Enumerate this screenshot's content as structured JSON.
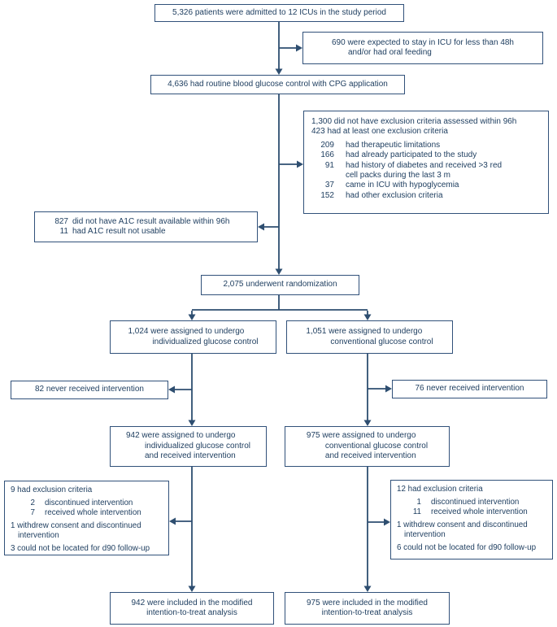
{
  "colors": {
    "ink_text": "#1c3c5e",
    "line": "#2e4e70",
    "border": "#31517a",
    "background": "#ffffff"
  },
  "flowchart": {
    "admitted": {
      "text": "5,326 patients were admitted to 12 ICUs in the study period"
    },
    "icu_stay_exclusion": {
      "lines": [
        "690 were expected to stay in ICU for less than 48h",
        "and/or had oral feeding"
      ]
    },
    "routine_control": {
      "text": "4,636 had routine blood glucose control with CPG application"
    },
    "exclusion_criteria": {
      "lines": [
        "1,300 did not have exclusion criteria assessed within 96h",
        "423 had at least one exclusion criteria"
      ],
      "items": [
        {
          "num": "209",
          "lines": [
            "had therapeutic limitations"
          ]
        },
        {
          "num": "166",
          "lines": [
            "had already participated to the study"
          ]
        },
        {
          "num": "91",
          "lines": [
            "had history of diabetes and received >3 red",
            "cell packs during the last 3 m"
          ]
        },
        {
          "num": "37",
          "lines": [
            "came in ICU with hypoglycemia"
          ]
        },
        {
          "num": "152",
          "lines": [
            "had other exclusion criteria"
          ]
        }
      ]
    },
    "a1c_exclusion": {
      "items": [
        {
          "num": "827",
          "text": "did not have A1C result available within 96h"
        },
        {
          "num": "11",
          "text": "had A1C result not usable"
        }
      ]
    },
    "randomization": {
      "text": "2,075 underwent randomization"
    },
    "assigned_individualized": {
      "lines": [
        "1,024 were assigned to undergo",
        "individualized glucose control"
      ]
    },
    "assigned_conventional": {
      "lines": [
        "1,051 were assigned to undergo",
        "conventional glucose control"
      ]
    },
    "never_received_left": {
      "text": "82 never received intervention"
    },
    "never_received_right": {
      "text": "76 never received intervention"
    },
    "received_individualized": {
      "lines": [
        "942 were assigned to undergo",
        "individualized glucose control",
        "and received intervention"
      ]
    },
    "received_conventional": {
      "lines": [
        "975 were assigned to undergo",
        "conventional glucose control",
        "and received intervention"
      ]
    },
    "post_exclusion_left": {
      "intro": "9 had exclusion criteria",
      "items": [
        {
          "num": "2",
          "text": "discontinued intervention"
        },
        {
          "num": "7",
          "text": "received whole intervention"
        }
      ],
      "withdrew_lines": [
        "1 withdrew consent and discontinued",
        "intervention"
      ],
      "follow_up": "3 could not be located for d90 follow-up"
    },
    "post_exclusion_right": {
      "intro": "12 had exclusion criteria",
      "items": [
        {
          "num": "1",
          "text": "discontinued intervention"
        },
        {
          "num": "11",
          "text": "received whole intervention"
        }
      ],
      "withdrew_lines": [
        "1 withdrew consent and discontinued",
        "intervention"
      ],
      "follow_up": "6 could not be located for d90 follow-up"
    },
    "mitt_left": {
      "lines": [
        "942 were included in the modified",
        "intention-to-treat analysis"
      ]
    },
    "mitt_right": {
      "lines": [
        "975 were included in the modified",
        "intention-to-treat analysis"
      ]
    }
  }
}
